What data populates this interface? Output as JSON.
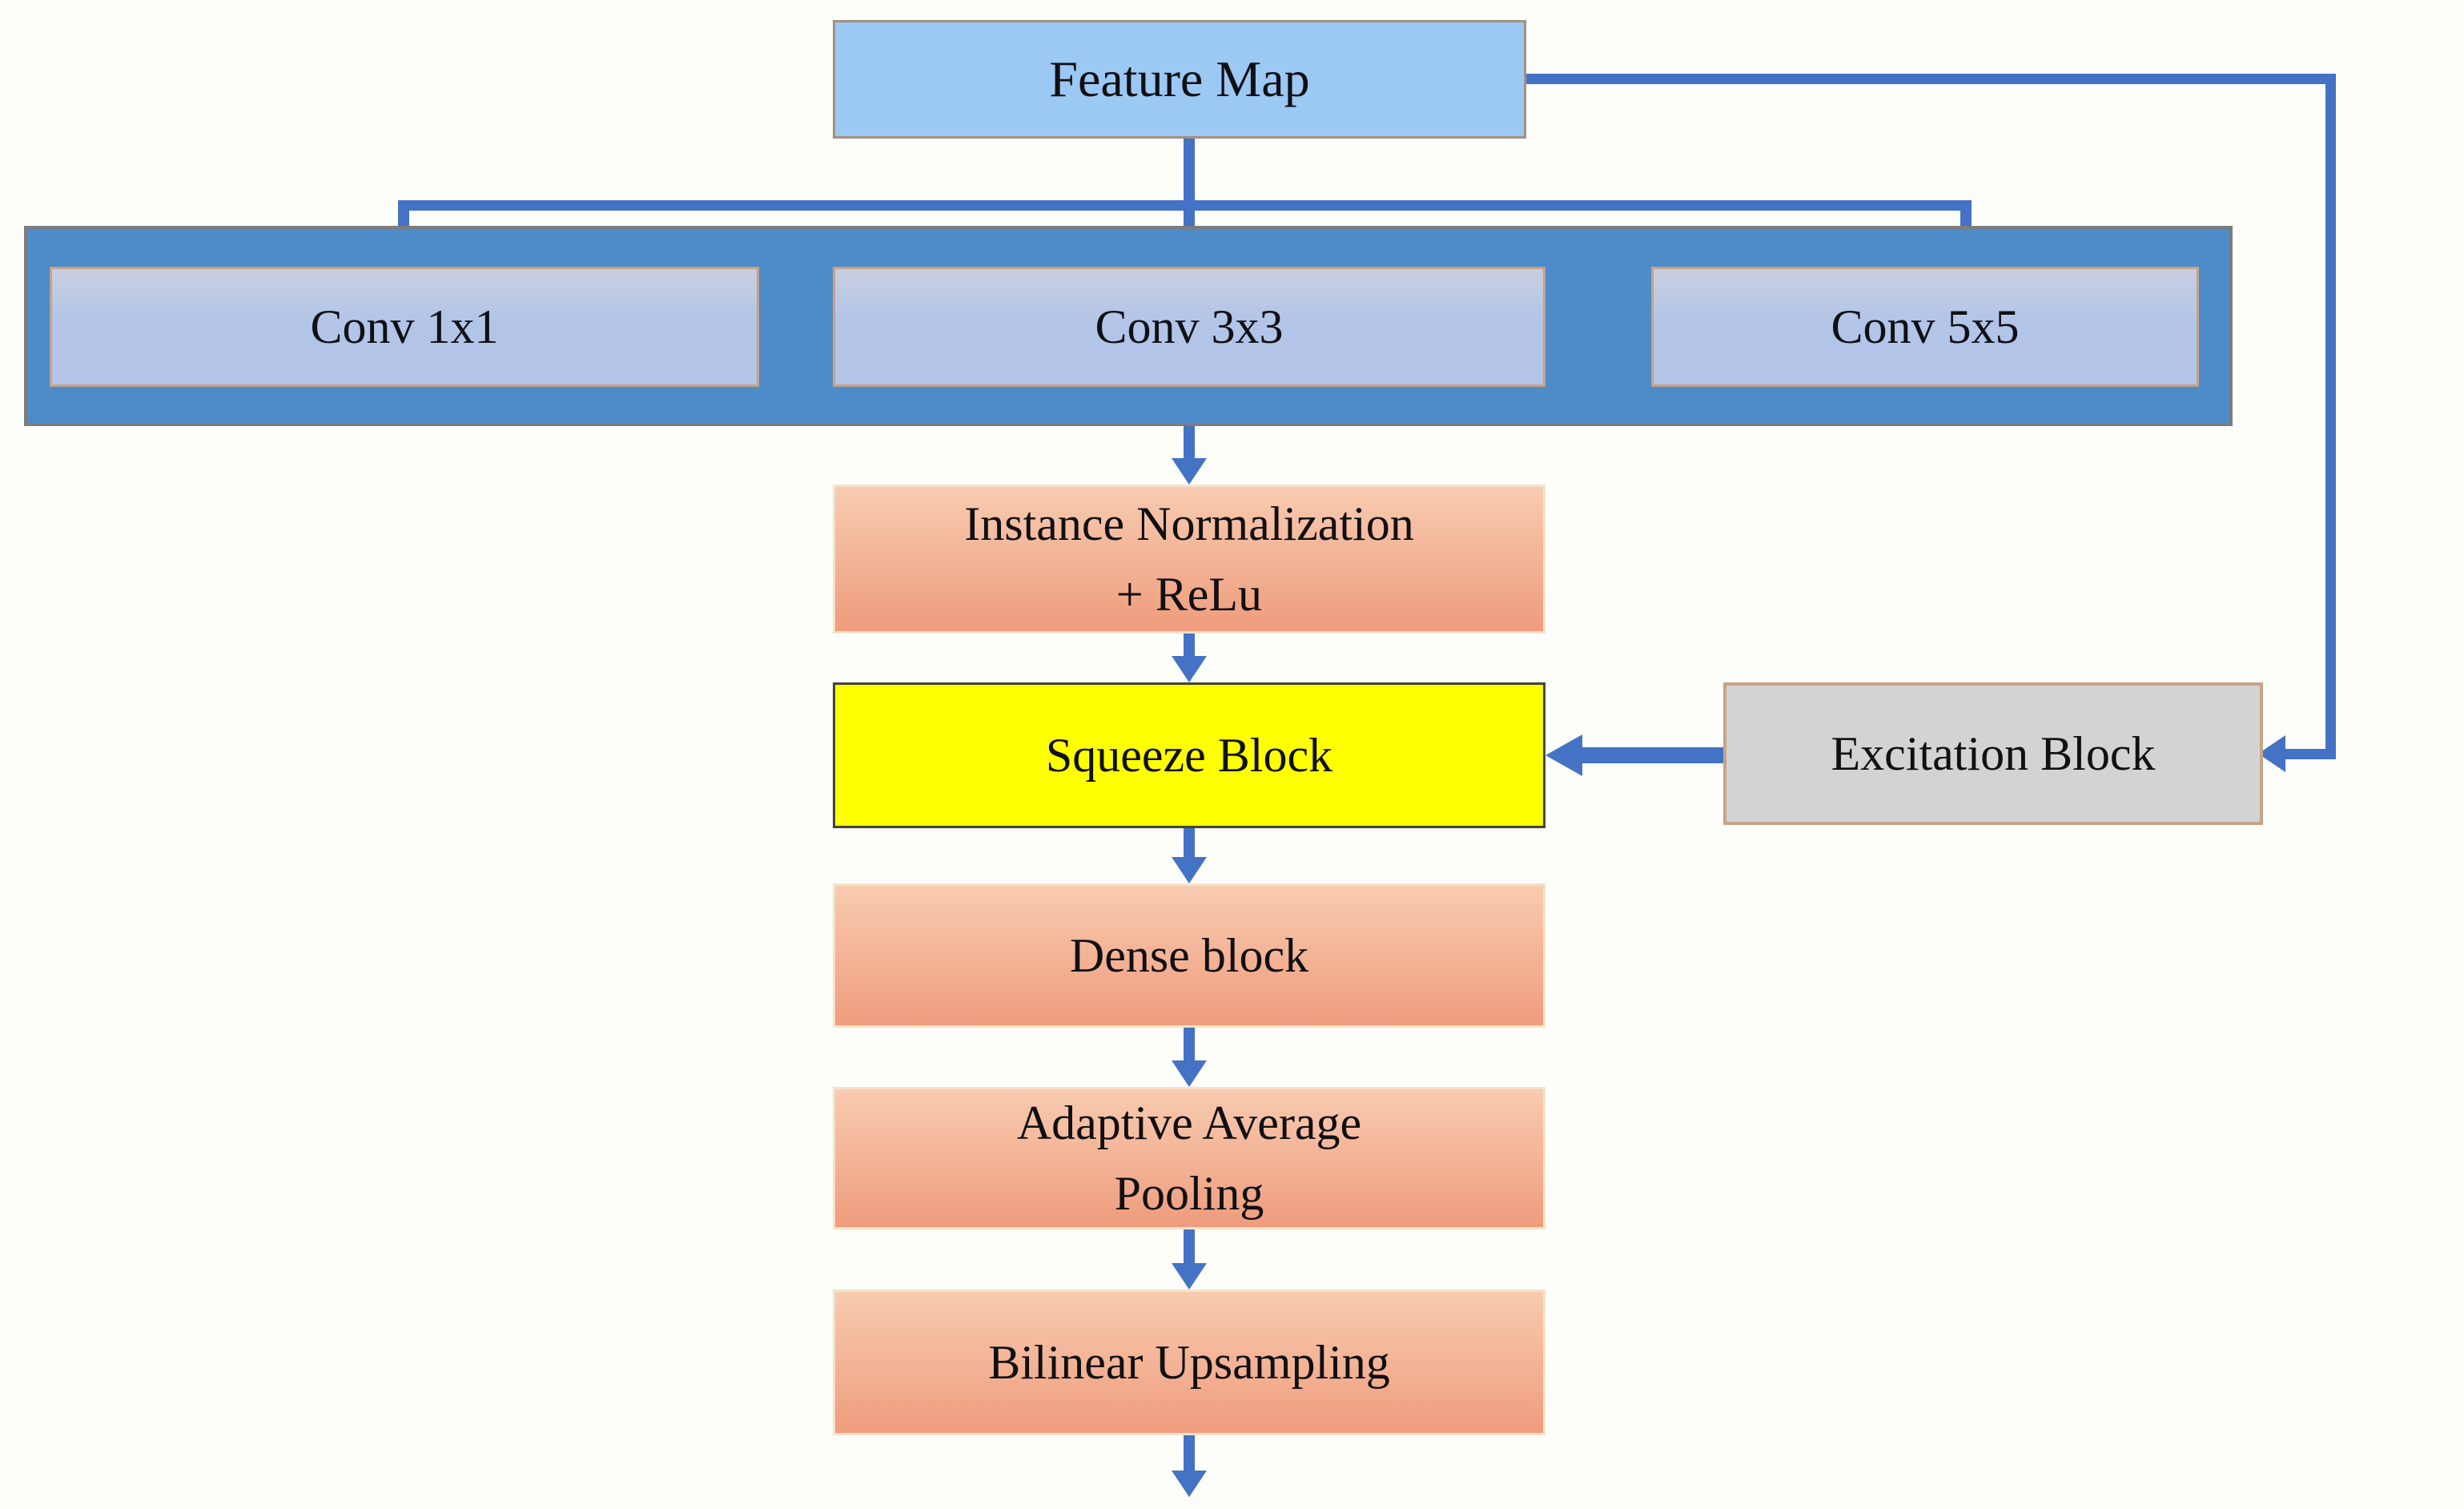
{
  "nodes": {
    "feature_map": {
      "label": "Feature Map"
    },
    "conv_1x1": {
      "label": "Conv 1x1"
    },
    "conv_3x3": {
      "label": "Conv 3x3"
    },
    "conv_5x5": {
      "label": "Conv 5x5"
    },
    "instance_norm": {
      "label_line1": "Instance Normalization",
      "label_line2": "+ ReLu"
    },
    "squeeze": {
      "label": "Squeeze Block"
    },
    "excitation": {
      "label": "Excitation Block"
    },
    "dense": {
      "label": "Dense block"
    },
    "adaptive_pool": {
      "label_line1": "Adaptive Average",
      "label_line2": "Pooling"
    },
    "bilinear": {
      "label": "Bilinear Upsampling"
    }
  },
  "colors": {
    "background": "#FDFDFA",
    "text": "#101014",
    "arrow": "#4472C4",
    "feature_map_fill": "#9CC8F4",
    "feature_map_border": "#A2907F",
    "container_fill": "#4E8BC9",
    "container_border": "#7C7C7C",
    "conv_fill_top": "#C9CEDF",
    "conv_fill_bottom": "#B2C5E8",
    "conv_border": "#C9A183",
    "orange_fill_top": "#F8CBB0",
    "orange_fill_bottom": "#EF9C7D",
    "orange_border": "#F3E3C8",
    "squeeze_fill": "#FFFF00",
    "squeeze_border": "#454536",
    "excitation_fill": "#D3D3D3",
    "excitation_border": "#C7A486"
  }
}
